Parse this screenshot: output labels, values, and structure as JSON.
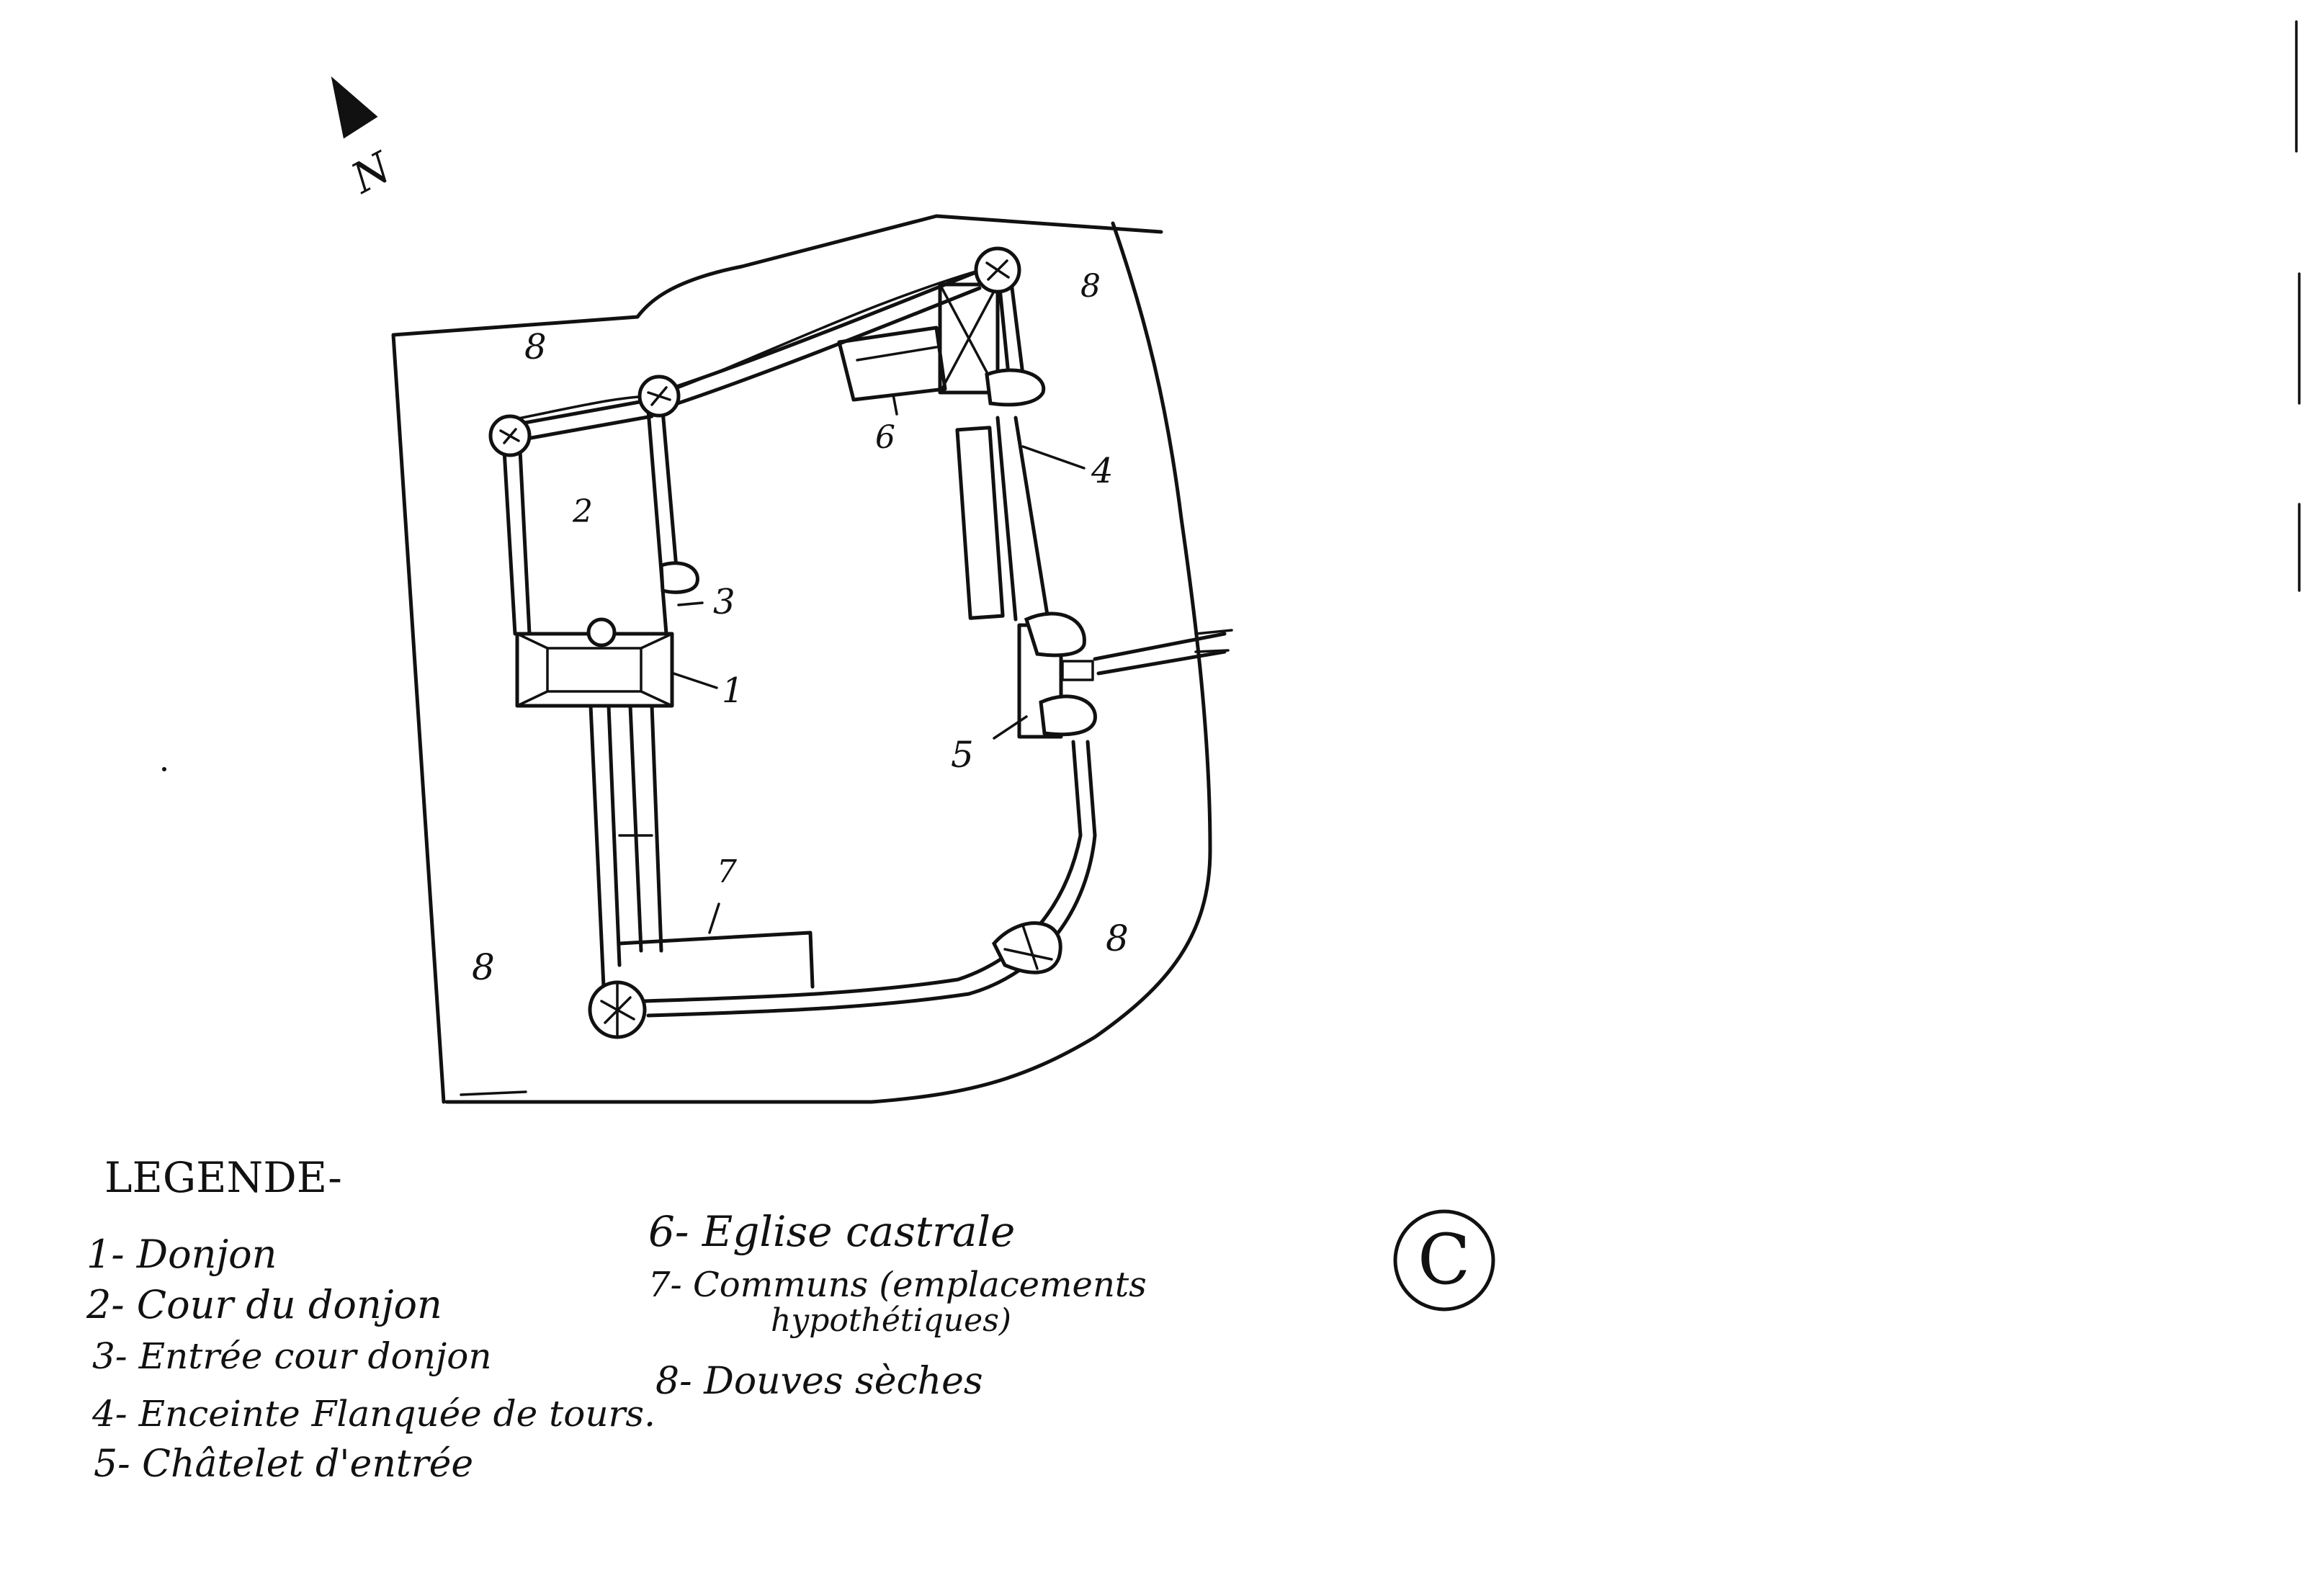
{
  "compass": {
    "label": "N"
  },
  "plan_labels": {
    "l1": "1",
    "l2": "2",
    "l3": "3",
    "l4": "4",
    "l5": "5",
    "l6": "6",
    "l7": "7",
    "l8": "8"
  },
  "legend": {
    "title": "LEGENDE-",
    "items": [
      "1- Donjon",
      "2- Cour du donjon",
      "3- Entrée cour donjon",
      "4- Enceinte Flanquée de tours.",
      "5- Châtelet d'entrée",
      "6- Eglise castrale",
      "7- Communs (emplacements",
      "hypothétiques)",
      "8- Douves sèches"
    ]
  },
  "copyright_symbol": "C"
}
